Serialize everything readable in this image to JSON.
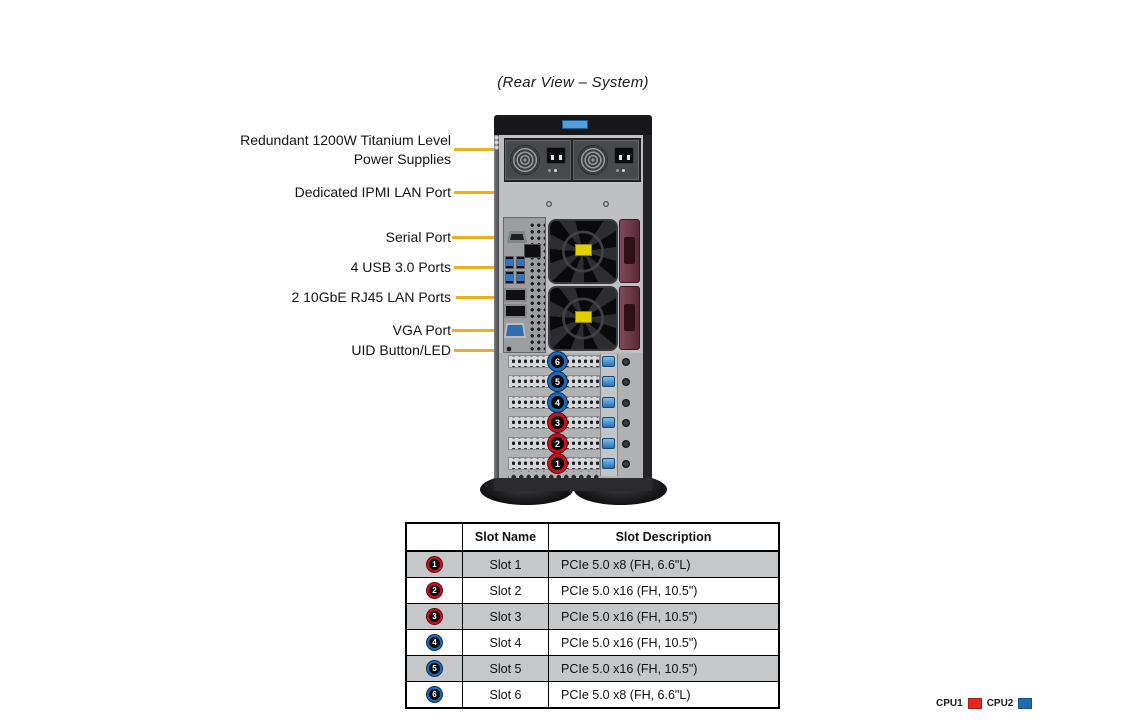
{
  "figure": {
    "title": "(Rear View – System)"
  },
  "callouts": [
    {
      "label": "Redundant 1200W Titanium Level Power Supplies"
    },
    {
      "label": "Dedicated IPMI LAN Port"
    },
    {
      "label": "Serial Port"
    },
    {
      "label": "4 USB 3.0 Ports"
    },
    {
      "label": "2 10GbE RJ45 LAN Ports"
    },
    {
      "label": "VGA Port"
    },
    {
      "label": "UID Button/LED"
    }
  ],
  "server": {
    "slot_badges": [
      {
        "num": "6",
        "color": "blue"
      },
      {
        "num": "5",
        "color": "blue"
      },
      {
        "num": "4",
        "color": "blue"
      },
      {
        "num": "3",
        "color": "red"
      },
      {
        "num": "2",
        "color": "red"
      },
      {
        "num": "1",
        "color": "red"
      }
    ]
  },
  "table": {
    "headers": {
      "icon": "",
      "slot_name": "Slot Name",
      "slot_description": "Slot Description"
    },
    "rows": [
      {
        "num": "1",
        "badge_color": "red",
        "name": "Slot 1",
        "desc": "PCIe 5.0 x8 (FH, 6.6\"L)"
      },
      {
        "num": "2",
        "badge_color": "red",
        "name": "Slot 2",
        "desc": "PCIe 5.0 x16 (FH, 10.5\")"
      },
      {
        "num": "3",
        "badge_color": "red",
        "name": "Slot 3",
        "desc": "PCIe 5.0 x16 (FH, 10.5\")"
      },
      {
        "num": "4",
        "badge_color": "blue",
        "name": "Slot 4",
        "desc": "PCIe 5.0 x16 (FH, 10.5\")"
      },
      {
        "num": "5",
        "badge_color": "blue",
        "name": "Slot 5",
        "desc": "PCIe 5.0 x16 (FH, 10.5\")"
      },
      {
        "num": "6",
        "badge_color": "blue",
        "name": "Slot 6",
        "desc": "PCIe 5.0 x8 (FH, 6.6\"L)"
      }
    ]
  },
  "legend": {
    "cpu1": {
      "label": "CPU1",
      "color": "#e8241c"
    },
    "cpu2": {
      "label": "CPU2",
      "color": "#1f6bb0"
    }
  },
  "colors": {
    "callout_line": "#efae1c",
    "badge_red": "#c8101e",
    "badge_blue": "#1a6ab8"
  }
}
